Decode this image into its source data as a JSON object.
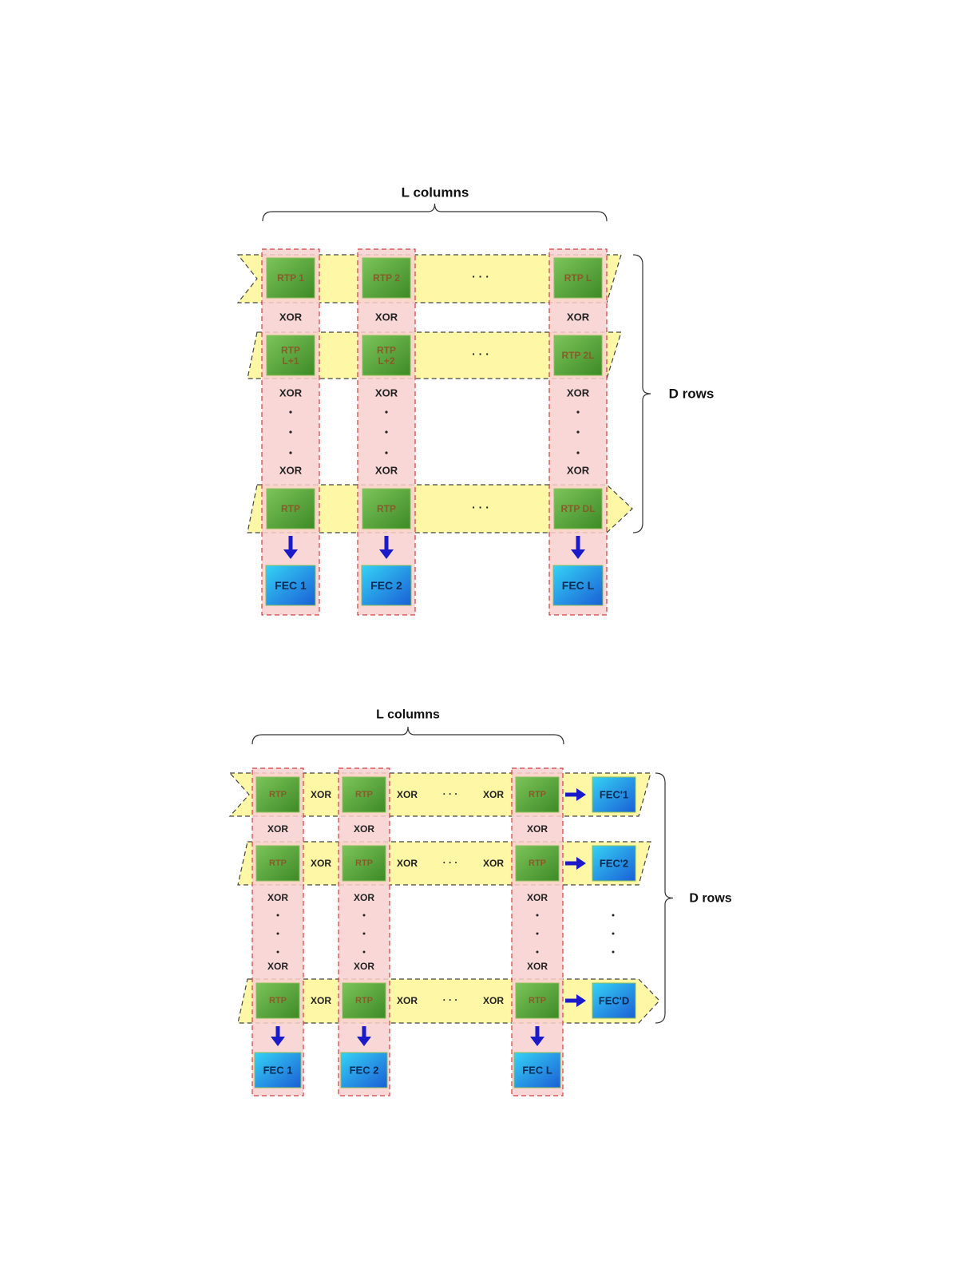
{
  "colors": {
    "row_band": "#fdf7a6",
    "column_band": "#f9d0d0",
    "rtp_box": "#4f9e35",
    "fec_box": "#1a8ae0",
    "arrow": "#1a1ac8",
    "dash": "#444444",
    "column_dash": "#d04040"
  },
  "diagram_1": {
    "columns_label": "L columns",
    "rows_label": "D rows",
    "xor": "XOR",
    "ellipsis": "· · ·",
    "packets": [
      [
        "RTP 1",
        "RTP 2",
        "RTP L"
      ],
      [
        "RTP\nL+1",
        "RTP\nL+2",
        "RTP 2L"
      ],
      [
        "RTP",
        "RTP",
        "RTP DL"
      ]
    ],
    "column_fec": [
      "FEC 1",
      "FEC 2",
      "FEC L"
    ]
  },
  "diagram_2": {
    "columns_label": "L columns",
    "rows_label": "D rows",
    "xor": "XOR",
    "ellipsis": "· · ·",
    "packets": [
      [
        "RTP",
        "RTP",
        "RTP"
      ],
      [
        "RTP",
        "RTP",
        "RTP"
      ],
      [
        "RTP",
        "RTP",
        "RTP"
      ]
    ],
    "row_fec": [
      "FEC'1",
      "FEC'2",
      "FEC'D"
    ],
    "column_fec": [
      "FEC 1",
      "FEC 2",
      "FEC L"
    ]
  }
}
